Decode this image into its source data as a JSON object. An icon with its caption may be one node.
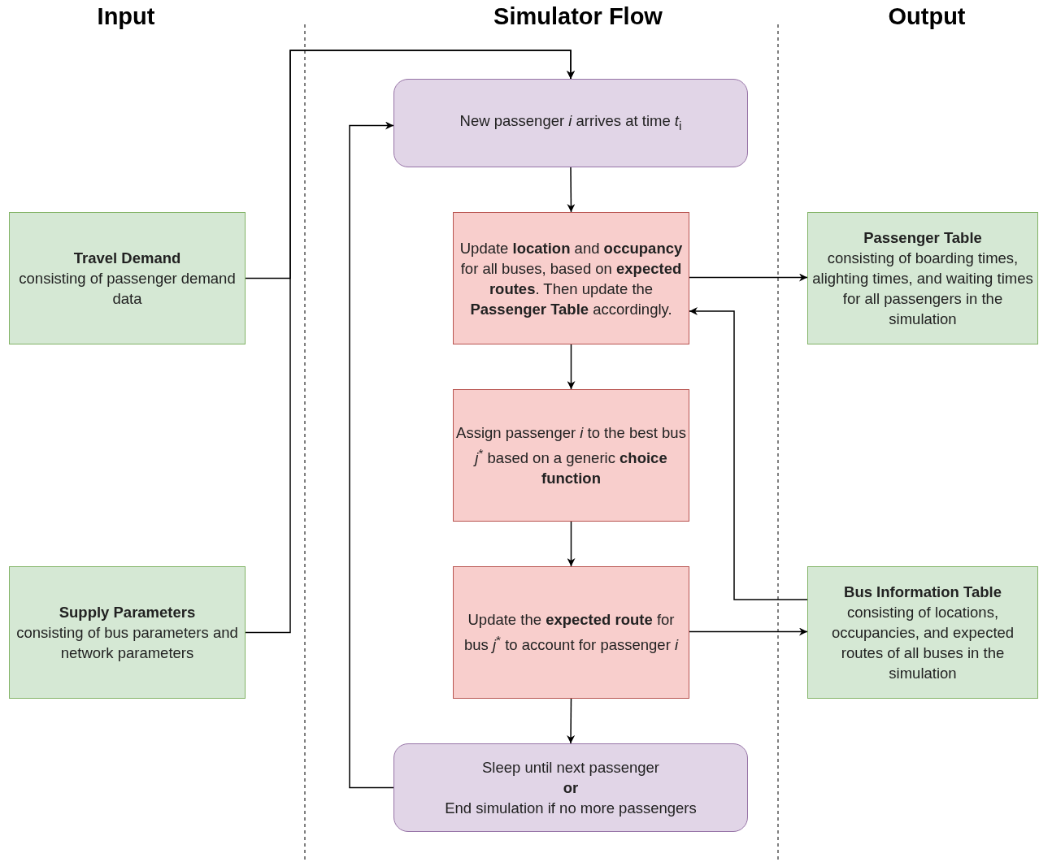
{
  "diagram": {
    "nodes": [
      {
        "text": [
          "New passenger *i* arrives at time *t*$_{i}$"
        ]
      },
      {
        "text": [
          "Update **location** and **occupancy** for all buses, based on **expected routes**. Then update the **Passenger Table** accordingly."
        ]
      },
      {
        "text": [
          "Assign passenger *i* to the best bus *j*$^{*}$ based on a generic **choice function**"
        ]
      },
      {
        "text": [
          "Update the **expected route** for bus *j*$^{*}$ to account for passenger *i*"
        ]
      },
      {
        "text": [
          "Sleep until next passenger",
          "or",
          "End simulation if no more passengers"
        ]
      },
      {
        "text": [
          "Travel Demand",
          "consisting of passenger demand data"
        ]
      },
      {
        "text": [
          "Supply Parameters",
          "consisting of bus parameters and network parameters"
        ]
      },
      {
        "text": [
          "Passenger Table",
          "consisting of boarding times, alighting times, and waiting times for all passengers in the simulation"
        ]
      },
      {
        "text": [
          "Bus Information Table",
          "consisting of locations, occupancies, and expected routes of all buses in the simulation"
        ]
      }
    ],
    "edges": [
      {
        "from": 5,
        "to": 0,
        "arrow": "to"
      },
      {
        "from": 6,
        "to": 0,
        "arrow": "to"
      },
      {
        "from": 0,
        "to": 1,
        "arrow": "to"
      },
      {
        "from": 1,
        "to": 2,
        "arrow": "to"
      },
      {
        "from": 2,
        "to": 3,
        "arrow": "to"
      },
      {
        "from": 3,
        "to": 4,
        "arrow": "to"
      },
      {
        "from": 4,
        "to": 0,
        "arrow": "to"
      },
      {
        "from": 1,
        "to": 7,
        "arrow": "to"
      },
      {
        "from": 3,
        "to": 8,
        "arrow": "to"
      },
      {
        "from": 8,
        "to": 1,
        "arrow": "to"
      }
    ],
    "labels": [
      "Input",
      "Simulator Flow",
      "Output"
    ]
  }
}
